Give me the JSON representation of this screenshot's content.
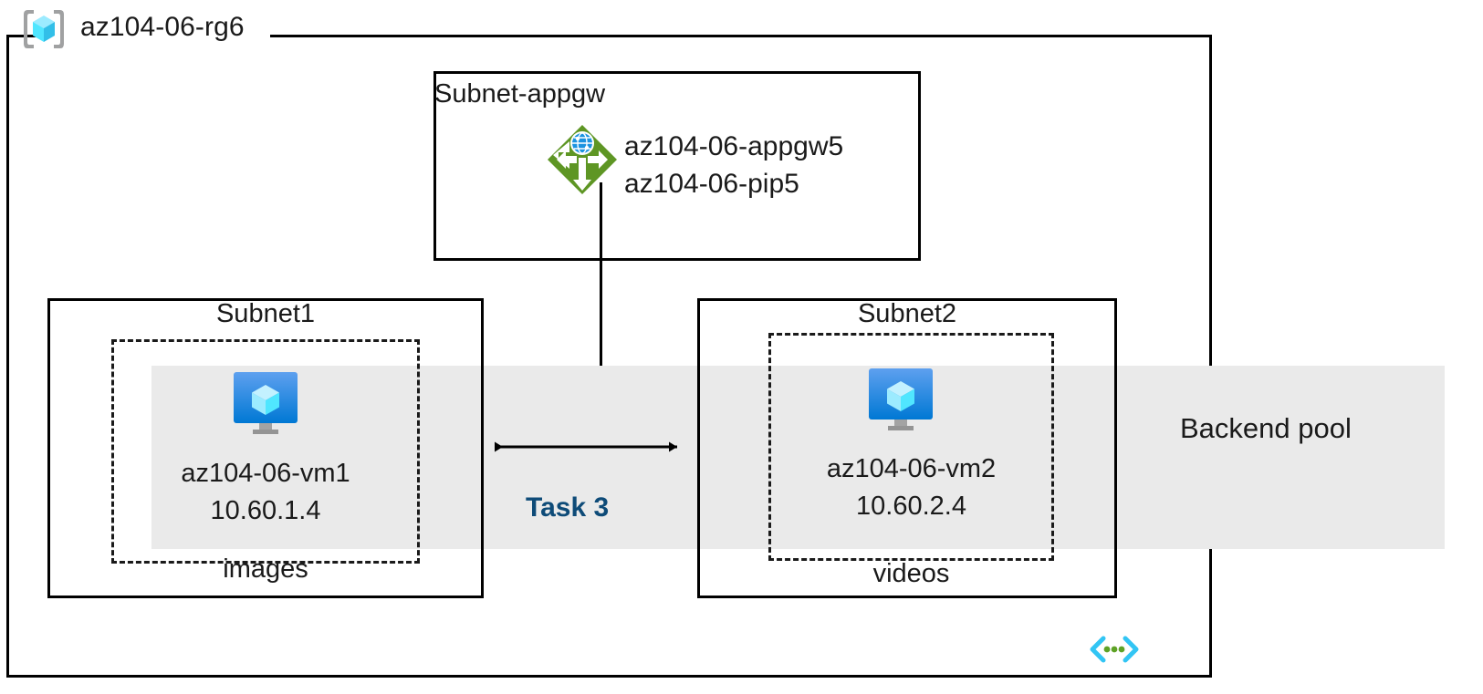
{
  "diagram": {
    "resource_group": {
      "name": "az104-06-rg6",
      "icon": "azure-resource-group-icon"
    },
    "subnets": [
      {
        "id": "subnet-appgw",
        "label": "Subnet-appgw",
        "label_align": "left"
      },
      {
        "id": "subnet1",
        "label": "Subnet1",
        "label_align": "center"
      },
      {
        "id": "subnet2",
        "label": "Subnet2",
        "label_align": "center"
      }
    ],
    "application_gateway": {
      "icon": "application-gateway-icon",
      "gateway_name": "az104-06-appgw5",
      "public_ip_name": "az104-06-pip5"
    },
    "virtual_machines": [
      {
        "id": "vm1",
        "icon": "virtual-machine-icon",
        "name": "az104-06-vm1",
        "ip": "10.60.1.4",
        "storage_label": "images"
      },
      {
        "id": "vm2",
        "icon": "virtual-machine-icon",
        "name": "az104-06-vm2",
        "ip": "10.60.2.4",
        "storage_label": "videos"
      }
    ],
    "backend_pool": {
      "label": "Backend pool",
      "band_color": "#eaeaea"
    },
    "task_annotation": {
      "label": "Task 3",
      "color": "#0e4b78"
    },
    "code_badge": {
      "icon": "code-brackets-icon",
      "bracket_color": "#32c5f4",
      "dot_color": "#5ea226"
    },
    "colors": {
      "line": "#000000",
      "text": "#1a1a1a",
      "appgw_green": "#5e9624",
      "vm_blue": "#0078d4",
      "cube_cyan": "#50e6ff",
      "rg_bracket_gray": "#a0a1a2"
    }
  }
}
